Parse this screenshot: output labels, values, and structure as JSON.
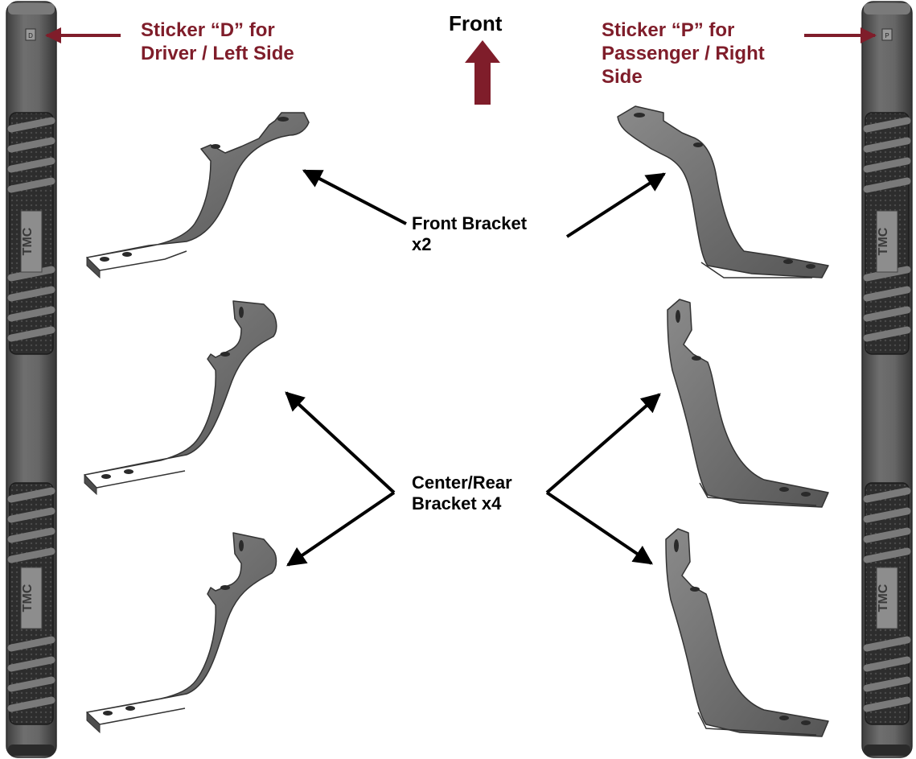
{
  "labels": {
    "front": "Front",
    "sticker_driver": [
      "Sticker “D” for",
      "Driver / Left Side"
    ],
    "sticker_passenger": [
      "Sticker “P” for",
      "Passenger / Right",
      "Side"
    ],
    "front_bracket": [
      "Front Bracket",
      "x2"
    ],
    "center_rear_bracket": [
      "Center/Rear",
      "Bracket x4"
    ]
  },
  "sticker_marks": {
    "left": "D",
    "right": "P"
  },
  "logo_text": "TMC",
  "colors": {
    "accent": "#7f1d2a",
    "bar_body": "#5d5d5d",
    "bar_tread": "#2a2a2a",
    "bracket_fill": "#6a6a6a",
    "arrow": "#000000"
  }
}
